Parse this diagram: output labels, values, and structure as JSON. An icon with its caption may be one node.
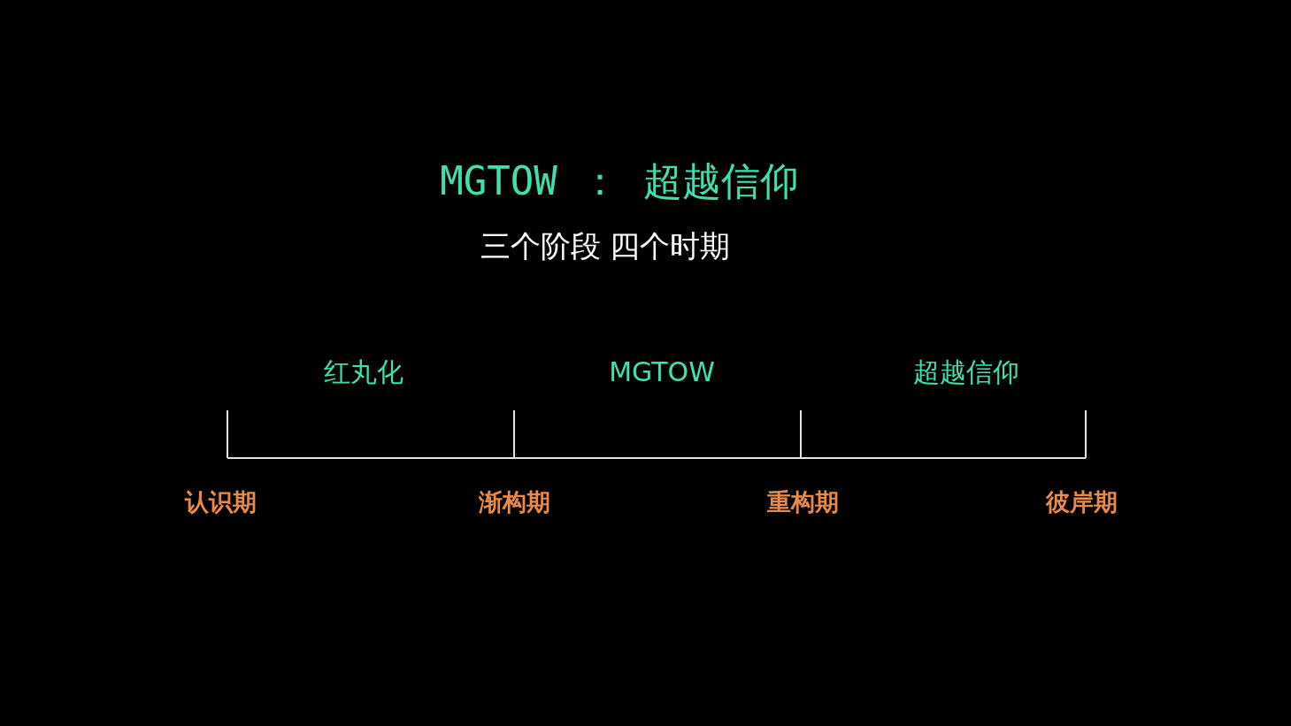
{
  "diagram": {
    "title": "MGTOW ： 超越信仰",
    "labels": [
      "三个阶段 四个时期",
      "红丸化",
      "MGTOW",
      "超越信仰",
      "认识期",
      "渐构期",
      "重构期",
      "彼岸期"
    ]
  }
}
